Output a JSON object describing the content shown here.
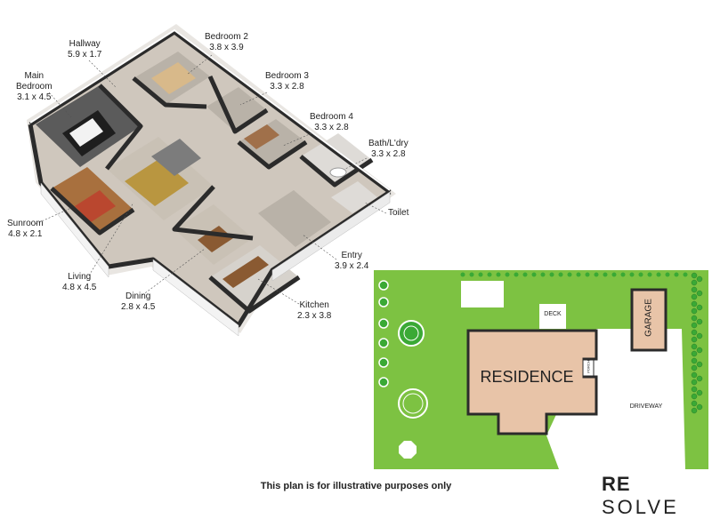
{
  "rooms": [
    {
      "name": "Hallway",
      "size": "5.9 x 1.7"
    },
    {
      "name": "Bedroom 2",
      "size": "3.8 x 3.9"
    },
    {
      "name": "Main\nBedroom",
      "size": "3.1 x 4.5"
    },
    {
      "name": "Bedroom 3",
      "size": "3.3 x 2.8"
    },
    {
      "name": "Bedroom 4",
      "size": "3.3 x 2.8"
    },
    {
      "name": "Bath/L'dry",
      "size": "3.3 x 2.8"
    },
    {
      "name": "Toilet",
      "size": ""
    },
    {
      "name": "Sunroom",
      "size": "4.8 x 2.1"
    },
    {
      "name": "Entry",
      "size": "3.9 x 2.4"
    },
    {
      "name": "Living",
      "size": "4.8 x 4.5"
    },
    {
      "name": "Dining",
      "size": "2.8 x 4.5"
    },
    {
      "name": "Kitchen",
      "size": "2.3 x 3.8"
    }
  ],
  "site": {
    "residence": "RESIDENCE",
    "deck": "DECK",
    "porch": "PORCH",
    "garage": "GARAGE",
    "driveway": "DRIVEWAY"
  },
  "footer": {
    "note": "This plan is for illustrative purposes only",
    "logo_bold": "RE",
    "logo_light": "SOLVE"
  },
  "colors": {
    "lawn": "#7dc242",
    "residence": "#e8c4a8",
    "hedge": "#3aa935",
    "wall": "#2b2b2b",
    "floor": "#cfc7bd",
    "timber": "#a0704a"
  }
}
